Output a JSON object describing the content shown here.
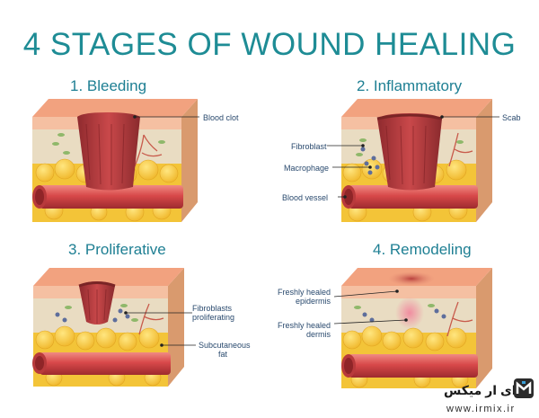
{
  "title": "4 STAGES OF WOUND HEALING",
  "stages": [
    {
      "heading": "1. Bleeding",
      "labels": {
        "blood_clot": "Blood clot"
      }
    },
    {
      "heading": "2. Inflammatory",
      "labels": {
        "scab": "Scab",
        "fibroblast": "Fibroblast",
        "macrophage": "Macrophage",
        "blood_vessel": "Blood vessel"
      }
    },
    {
      "heading": "3. Proliferative",
      "labels": {
        "fibroblasts_line1": "Fibroblasts",
        "fibroblasts_line2": "proliferating",
        "fat_line1": "Subcutaneous",
        "fat_line2": "fat"
      }
    },
    {
      "heading": "4. Remodeling",
      "labels": {
        "epidermis_line1": "Freshly healed",
        "epidermis_line2": "epidermis",
        "dermis_line1": "Freshly healed",
        "dermis_line2": "dermis"
      }
    }
  ],
  "watermark": {
    "text": "ای ار میکس",
    "url": "www.irmix.ir"
  },
  "colors": {
    "title": "#1e8c95",
    "skin_top": "#f2a27f",
    "epidermis": "#f5c0a2",
    "dermis": "#e9dcc2",
    "fat": "#f3c438",
    "vessel": "#d8494a",
    "clot": "#b83d40",
    "label_text": "#2a4a6e"
  }
}
